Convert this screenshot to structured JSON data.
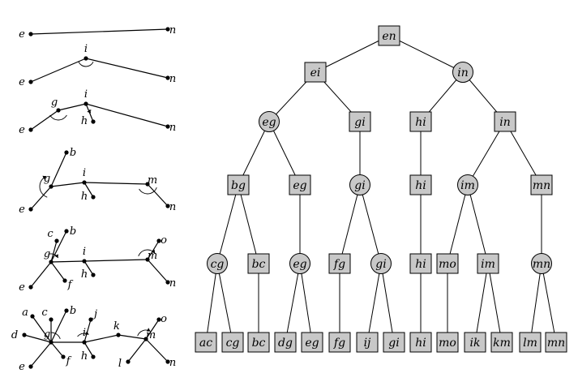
{
  "left_panels": [
    {
      "points": [
        {
          "id": "e",
          "label": "e"
        },
        {
          "id": "n",
          "label": "n"
        }
      ],
      "edges": [
        [
          "e",
          "n"
        ]
      ]
    },
    {
      "points": [
        {
          "id": "e",
          "label": "e"
        },
        {
          "id": "i",
          "label": "i"
        },
        {
          "id": "n",
          "label": "n"
        }
      ],
      "edges": [
        [
          "e",
          "i"
        ],
        [
          "i",
          "n"
        ]
      ]
    },
    {
      "points": [
        {
          "id": "e",
          "label": "e"
        },
        {
          "id": "g",
          "label": "g"
        },
        {
          "id": "i",
          "label": "i"
        },
        {
          "id": "h",
          "label": "h"
        },
        {
          "id": "n",
          "label": "n"
        }
      ],
      "edges": [
        [
          "e",
          "g"
        ],
        [
          "g",
          "i"
        ],
        [
          "i",
          "h"
        ],
        [
          "i",
          "n"
        ]
      ]
    },
    {
      "points": [
        {
          "id": "b",
          "label": "b"
        },
        {
          "id": "e",
          "label": "e"
        },
        {
          "id": "g",
          "label": "g"
        },
        {
          "id": "i",
          "label": "i"
        },
        {
          "id": "h",
          "label": "h"
        },
        {
          "id": "m",
          "label": "m"
        },
        {
          "id": "n",
          "label": "n"
        }
      ],
      "edges": [
        [
          "b",
          "g"
        ],
        [
          "e",
          "g"
        ],
        [
          "g",
          "i"
        ],
        [
          "i",
          "h"
        ],
        [
          "i",
          "m"
        ],
        [
          "m",
          "n"
        ]
      ]
    },
    {
      "points": [
        {
          "id": "b",
          "label": "b"
        },
        {
          "id": "c",
          "label": "c"
        },
        {
          "id": "e",
          "label": "e"
        },
        {
          "id": "g",
          "label": "g"
        },
        {
          "id": "f",
          "label": "f"
        },
        {
          "id": "i",
          "label": "i"
        },
        {
          "id": "h",
          "label": "h"
        },
        {
          "id": "o",
          "label": "o"
        },
        {
          "id": "m",
          "label": "m"
        },
        {
          "id": "n",
          "label": "n"
        }
      ],
      "edges": [
        [
          "b",
          "g"
        ],
        [
          "c",
          "g"
        ],
        [
          "e",
          "g"
        ],
        [
          "f",
          "g"
        ],
        [
          "g",
          "i"
        ],
        [
          "i",
          "h"
        ],
        [
          "i",
          "m"
        ],
        [
          "o",
          "m"
        ],
        [
          "m",
          "n"
        ]
      ]
    },
    {
      "points": [
        {
          "id": "a",
          "label": "a"
        },
        {
          "id": "b",
          "label": "b"
        },
        {
          "id": "c",
          "label": "c"
        },
        {
          "id": "d",
          "label": "d"
        },
        {
          "id": "e",
          "label": "e"
        },
        {
          "id": "g",
          "label": "g"
        },
        {
          "id": "f",
          "label": "f"
        },
        {
          "id": "j",
          "label": "j"
        },
        {
          "id": "i",
          "label": "i"
        },
        {
          "id": "h",
          "label": "h"
        },
        {
          "id": "k",
          "label": "k"
        },
        {
          "id": "l",
          "label": "l"
        },
        {
          "id": "o",
          "label": "o"
        },
        {
          "id": "m",
          "label": "m"
        },
        {
          "id": "n",
          "label": "n"
        }
      ],
      "edges": [
        [
          "a",
          "g"
        ],
        [
          "b",
          "g"
        ],
        [
          "c",
          "g"
        ],
        [
          "d",
          "g"
        ],
        [
          "e",
          "g"
        ],
        [
          "f",
          "g"
        ],
        [
          "g",
          "i"
        ],
        [
          "i",
          "j"
        ],
        [
          "i",
          "h"
        ],
        [
          "i",
          "k"
        ],
        [
          "k",
          "m"
        ],
        [
          "l",
          "m"
        ],
        [
          "o",
          "m"
        ],
        [
          "m",
          "n"
        ]
      ]
    }
  ],
  "tree": {
    "nodes": [
      {
        "id": "n_en",
        "label": "en",
        "shape": "box"
      },
      {
        "id": "n_ei",
        "label": "ei",
        "shape": "box"
      },
      {
        "id": "n_in1",
        "label": "in",
        "shape": "circle"
      },
      {
        "id": "n_eg1",
        "label": "eg",
        "shape": "circle"
      },
      {
        "id": "n_gi1",
        "label": "gi",
        "shape": "box"
      },
      {
        "id": "n_hi1",
        "label": "hi",
        "shape": "box"
      },
      {
        "id": "n_in2",
        "label": "in",
        "shape": "box"
      },
      {
        "id": "n_bg",
        "label": "bg",
        "shape": "box"
      },
      {
        "id": "n_eg2",
        "label": "eg",
        "shape": "box"
      },
      {
        "id": "n_gi2",
        "label": "gi",
        "shape": "circle"
      },
      {
        "id": "n_hi2",
        "label": "hi",
        "shape": "box"
      },
      {
        "id": "n_im1",
        "label": "im",
        "shape": "circle"
      },
      {
        "id": "n_mn1",
        "label": "mn",
        "shape": "box"
      },
      {
        "id": "n_cg1",
        "label": "cg",
        "shape": "circle"
      },
      {
        "id": "n_bc1",
        "label": "bc",
        "shape": "box"
      },
      {
        "id": "n_eg3",
        "label": "eg",
        "shape": "circle"
      },
      {
        "id": "n_fg1",
        "label": "fg",
        "shape": "box"
      },
      {
        "id": "n_gi3",
        "label": "gi",
        "shape": "circle"
      },
      {
        "id": "n_hi3",
        "label": "hi",
        "shape": "box"
      },
      {
        "id": "n_mo1",
        "label": "mo",
        "shape": "box"
      },
      {
        "id": "n_im2",
        "label": "im",
        "shape": "box"
      },
      {
        "id": "n_mn2",
        "label": "mn",
        "shape": "circle"
      },
      {
        "id": "n_ac",
        "label": "ac",
        "shape": "box"
      },
      {
        "id": "n_cg2",
        "label": "cg",
        "shape": "box"
      },
      {
        "id": "n_bc2",
        "label": "bc",
        "shape": "box"
      },
      {
        "id": "n_dg",
        "label": "dg",
        "shape": "box"
      },
      {
        "id": "n_eg4",
        "label": "eg",
        "shape": "box"
      },
      {
        "id": "n_fg2",
        "label": "fg",
        "shape": "box"
      },
      {
        "id": "n_ij",
        "label": "ij",
        "shape": "box"
      },
      {
        "id": "n_gi4",
        "label": "gi",
        "shape": "box"
      },
      {
        "id": "n_hi4",
        "label": "hi",
        "shape": "box"
      },
      {
        "id": "n_mo2",
        "label": "mo",
        "shape": "box"
      },
      {
        "id": "n_ik",
        "label": "ik",
        "shape": "box"
      },
      {
        "id": "n_km",
        "label": "km",
        "shape": "box"
      },
      {
        "id": "n_lm",
        "label": "lm",
        "shape": "box"
      },
      {
        "id": "n_mn3",
        "label": "mn",
        "shape": "box"
      }
    ],
    "edges": [
      [
        "n_en",
        "n_ei"
      ],
      [
        "n_en",
        "n_in1"
      ],
      [
        "n_ei",
        "n_eg1"
      ],
      [
        "n_ei",
        "n_gi1"
      ],
      [
        "n_in1",
        "n_hi1"
      ],
      [
        "n_in1",
        "n_in2"
      ],
      [
        "n_eg1",
        "n_bg"
      ],
      [
        "n_eg1",
        "n_eg2"
      ],
      [
        "n_gi1",
        "n_gi2"
      ],
      [
        "n_hi1",
        "n_hi2"
      ],
      [
        "n_in2",
        "n_im1"
      ],
      [
        "n_in2",
        "n_mn1"
      ],
      [
        "n_bg",
        "n_cg1"
      ],
      [
        "n_bg",
        "n_bc1"
      ],
      [
        "n_eg2",
        "n_eg3"
      ],
      [
        "n_gi2",
        "n_fg1"
      ],
      [
        "n_gi2",
        "n_gi3"
      ],
      [
        "n_hi2",
        "n_hi3"
      ],
      [
        "n_im1",
        "n_mo1"
      ],
      [
        "n_im1",
        "n_im2"
      ],
      [
        "n_mn1",
        "n_mn2"
      ],
      [
        "n_cg1",
        "n_ac"
      ],
      [
        "n_cg1",
        "n_cg2"
      ],
      [
        "n_bc1",
        "n_bc2"
      ],
      [
        "n_eg3",
        "n_dg"
      ],
      [
        "n_eg3",
        "n_eg4"
      ],
      [
        "n_fg1",
        "n_fg2"
      ],
      [
        "n_gi3",
        "n_ij"
      ],
      [
        "n_gi3",
        "n_gi4"
      ],
      [
        "n_hi3",
        "n_hi4"
      ],
      [
        "n_mo1",
        "n_mo2"
      ],
      [
        "n_im2",
        "n_ik"
      ],
      [
        "n_im2",
        "n_km"
      ],
      [
        "n_mn2",
        "n_lm"
      ],
      [
        "n_mn2",
        "n_mn3"
      ]
    ]
  }
}
